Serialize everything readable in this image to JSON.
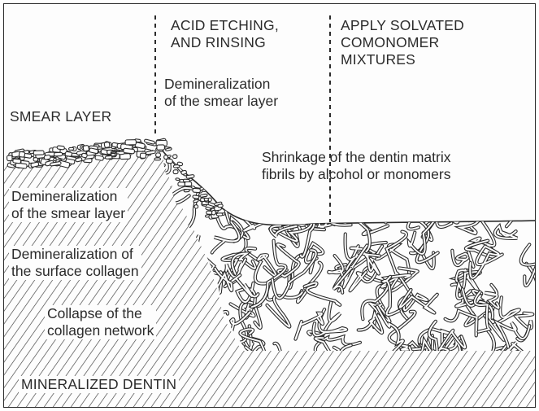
{
  "header": {
    "left_column": [
      "ACID ETCHING,",
      "AND RINSING"
    ],
    "right_column": [
      "APPLY SOLVATED",
      "COMONOMER",
      "MIXTURES"
    ]
  },
  "labels": {
    "top_demineralization": [
      "Demineralization",
      "of the smear layer"
    ],
    "smear_layer": "SMEAR LAYER",
    "shrinkage": [
      "Shrinkage of the dentin matrix",
      "fibrils by alcohol or monomers"
    ],
    "left_demineralization_smear": [
      "Demineralization",
      "of the smear layer"
    ],
    "left_demineralization_collagen": [
      "Demineralization of",
      "the surface collagen"
    ],
    "collapse": [
      "Collapse of the",
      "collagen network"
    ],
    "mineralized_dentin": "MINERALIZED DENTIN"
  },
  "colors": {
    "ink": "#2b2b2b",
    "hatch": "#3a3a3a",
    "background": "#fdfdfd"
  }
}
